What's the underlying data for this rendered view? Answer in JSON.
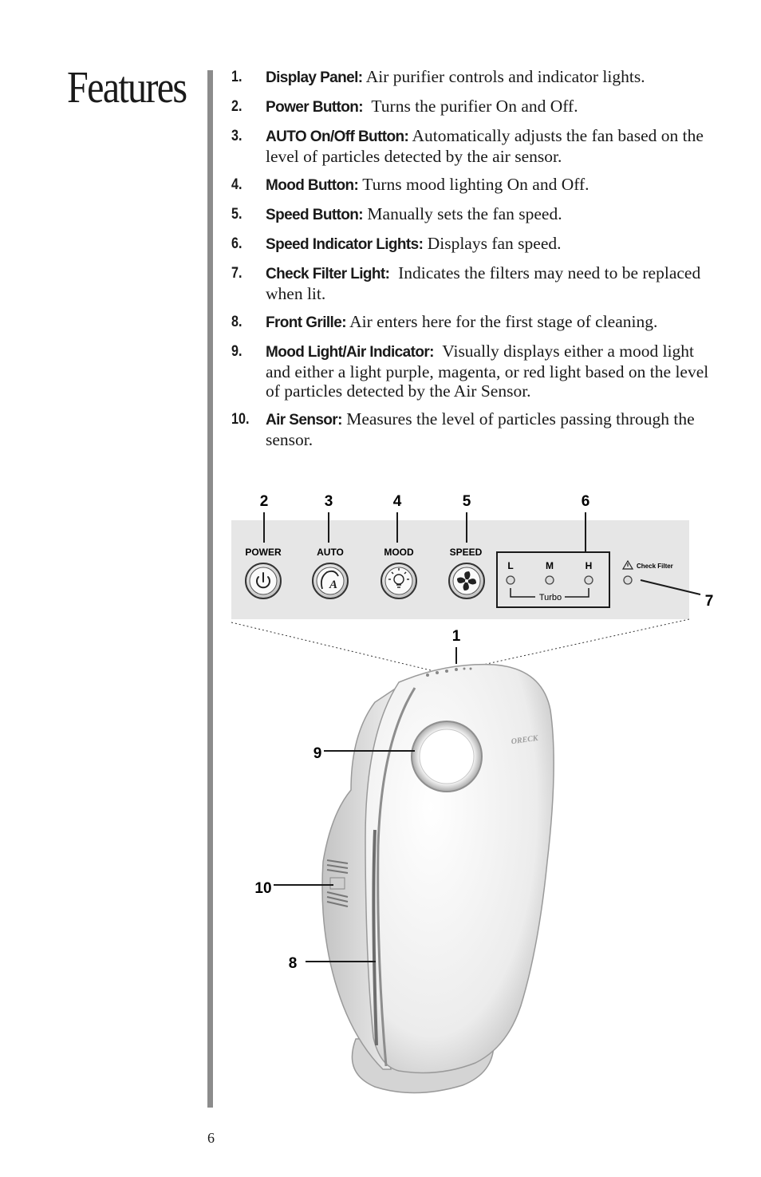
{
  "page": {
    "title": "Features",
    "page_number": "6"
  },
  "features": [
    {
      "num": "1.",
      "term": "Display Panel:",
      "desc": "Air purifier controls and indicator lights."
    },
    {
      "num": "2.",
      "term": "Power Button:",
      "desc": "Turns the purifier On and Off."
    },
    {
      "num": "3.",
      "term": "AUTO On/Off Button:",
      "desc": "Automatically adjusts the fan based on the level of particles detected by the air sensor."
    },
    {
      "num": "4.",
      "term": "Mood Button:",
      "desc": "Turns mood lighting On and Off."
    },
    {
      "num": "5.",
      "term": "Speed Button:",
      "desc": "Manually sets the fan speed."
    },
    {
      "num": "6.",
      "term": "Speed Indicator Lights:",
      "desc": "Displays fan speed."
    },
    {
      "num": "7.",
      "term": "Check Filter Light:",
      "desc": "Indicates the filters may need to be replaced when lit."
    },
    {
      "num": "8.",
      "term": "Front Grille:",
      "desc": "Air enters here for the first stage of cleaning."
    },
    {
      "num": "9.",
      "term": "Mood Light/Air Indicator:",
      "desc": "Visually displays either a mood light and either a light purple, magenta, or red light based on the level of particles detected by the Air Sensor."
    },
    {
      "num": "10.",
      "term": "Air Sensor:",
      "desc": "Measures the level of particles passing through the sensor."
    }
  ],
  "panel": {
    "power": "POWER",
    "auto": "AUTO",
    "mood": "MOOD",
    "speed": "SPEED",
    "speed_low": "L",
    "speed_med": "M",
    "speed_high": "H",
    "turbo": "Turbo",
    "check_filter": "Check Filter"
  },
  "callouts": {
    "c1": "1",
    "c2": "2",
    "c3": "3",
    "c4": "4",
    "c5": "5",
    "c6": "6",
    "c7": "7",
    "c8": "8",
    "c9": "9",
    "c10": "10"
  },
  "brand": {
    "logo": "ORECK"
  },
  "colors": {
    "rule": "#8c8c8c",
    "panel_bg": "#e6e6e6"
  }
}
